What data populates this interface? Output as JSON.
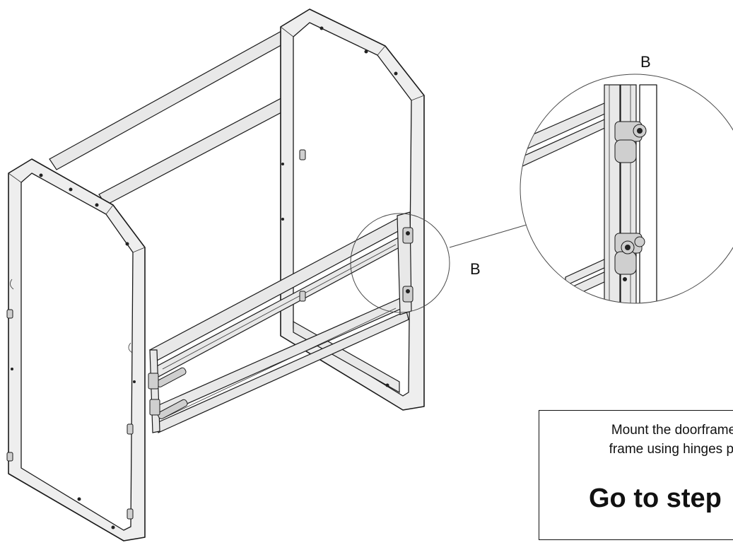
{
  "callout": {
    "label_main": "B",
    "label_detail": "B"
  },
  "instruction": {
    "text": "Mount the doorframe \nframe using hinges pr",
    "goto": "Go to step"
  }
}
